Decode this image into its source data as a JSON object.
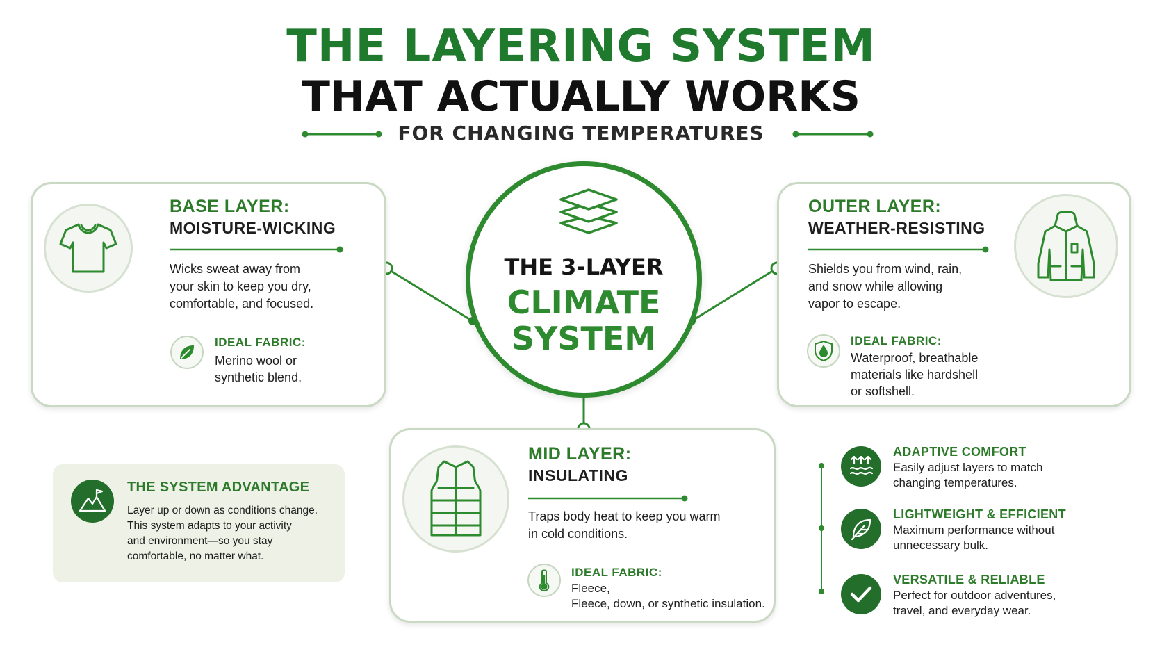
{
  "header": {
    "title_line1": "THE LAYERING SYSTEM",
    "title_line2": "THAT ACTUALLY WORKS",
    "subtitle": "FOR CHANGING TEMPERATURES"
  },
  "center": {
    "line1": "THE 3-LAYER",
    "line2": "CLIMATE",
    "line3": "SYSTEM",
    "icon": "layers-icon"
  },
  "base_layer": {
    "title": "BASE LAYER:",
    "subtitle": "MOISTURE-WICKING",
    "description_lines": [
      "Wicks sweat away from",
      "your skin to keep you dry,",
      "comfortable, and focused."
    ],
    "fabric_label": "IDEAL FABRIC:",
    "fabric_lines": [
      "Merino wool or",
      "synthetic blend."
    ],
    "icon": "t-shirt-icon",
    "fabric_icon": "leaf-icon"
  },
  "outer_layer": {
    "title": "OUTER LAYER:",
    "subtitle": "WEATHER-RESISTING",
    "description_lines": [
      "Shields you from wind, rain,",
      "and snow while allowing",
      "vapor to escape."
    ],
    "fabric_label": "IDEAL FABRIC:",
    "fabric_lines": [
      "Waterproof, breathable",
      "materials like hardshell",
      "or softshell."
    ],
    "icon": "jacket-icon",
    "fabric_icon": "water-shield-icon"
  },
  "mid_layer": {
    "title": "MID LAYER:",
    "subtitle": "INSULATING",
    "description_lines": [
      "Traps body heat to keep you warm",
      "in cold conditions."
    ],
    "fabric_label": "IDEAL FABRIC:",
    "fabric_lines": [
      "Fleece,",
      "Fleece, down, or synthetic insulation."
    ],
    "icon": "vest-icon",
    "fabric_icon": "thermometer-icon"
  },
  "advantage": {
    "title": "THE SYSTEM ADVANTAGE",
    "lines": [
      "Layer up or down as conditions change.",
      "This system adapts to your activity",
      "and environment—so you stay",
      "comfortable, no matter what."
    ],
    "icon": "mountain-flag-icon"
  },
  "benefits": [
    {
      "title": "ADAPTIVE COMFORT",
      "lines": [
        "Easily adjust layers to match",
        "changing temperatures."
      ],
      "icon": "heat-waves-icon"
    },
    {
      "title": "LIGHTWEIGHT & EFFICIENT",
      "lines": [
        "Maximum performance without",
        "unnecessary bulk."
      ],
      "icon": "feather-icon"
    },
    {
      "title": "VERSATILE & RELIABLE",
      "lines": [
        "Perfect for outdoor adventures,",
        "travel, and everyday wear."
      ],
      "icon": "checkmark-icon"
    }
  ],
  "colors": {
    "primary_green": "#2e8a2f",
    "dark_green": "#236e2b",
    "text_dark": "#1b1b1b",
    "card_border": "#c9d9c4",
    "advantage_bg": "#eef1e6"
  }
}
